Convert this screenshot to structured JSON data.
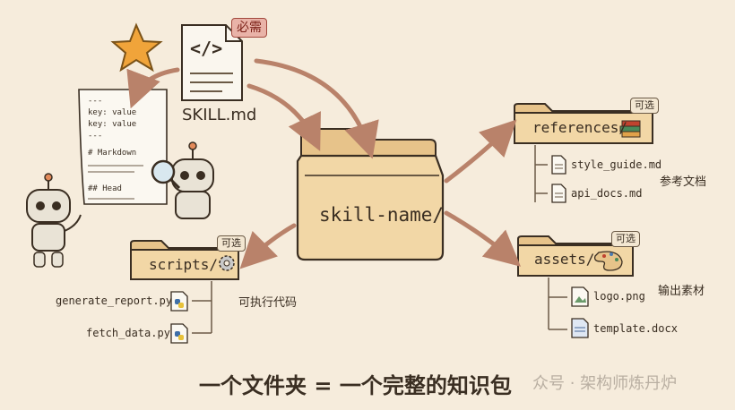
{
  "skill_file": {
    "label": "SKILL.md",
    "badge": "必需",
    "code": "</>"
  },
  "frontmatter": {
    "lines": [
      "---",
      "key: value",
      "key: value",
      "---",
      "# Markdown",
      "## Head"
    ]
  },
  "root_folder": {
    "label": "skill-name/"
  },
  "references": {
    "label": "references/",
    "badge": "可选",
    "files": [
      "style_guide.md",
      "api_docs.md"
    ],
    "caption": "参考文档"
  },
  "assets": {
    "label": "assets/",
    "badge": "可选",
    "files": [
      "logo.png",
      "template.docx"
    ],
    "caption": "输出素材"
  },
  "scripts": {
    "label": "scripts/",
    "badge": "可选",
    "files": [
      "generate_report.py",
      "fetch_data.py"
    ],
    "caption": "可执行代码"
  },
  "footer": {
    "title": "一个文件夹 = 一个完整的知识包",
    "watermark": "众号 · 架构师炼丹炉"
  },
  "colors": {
    "background": "#f6ecdc",
    "folder": "#f2d7a6",
    "folder_tab": "#e7c38a",
    "outline": "#4a3a2a",
    "arrow": "#b9826a",
    "badge_red": "#e9b3a8",
    "star": "#f0a43a"
  },
  "icons": [
    "star-icon",
    "code-file-icon",
    "robot-icon",
    "magnifier-icon",
    "books-icon",
    "palette-icon",
    "gear-icon",
    "python-icon",
    "document-icon",
    "image-icon"
  ]
}
